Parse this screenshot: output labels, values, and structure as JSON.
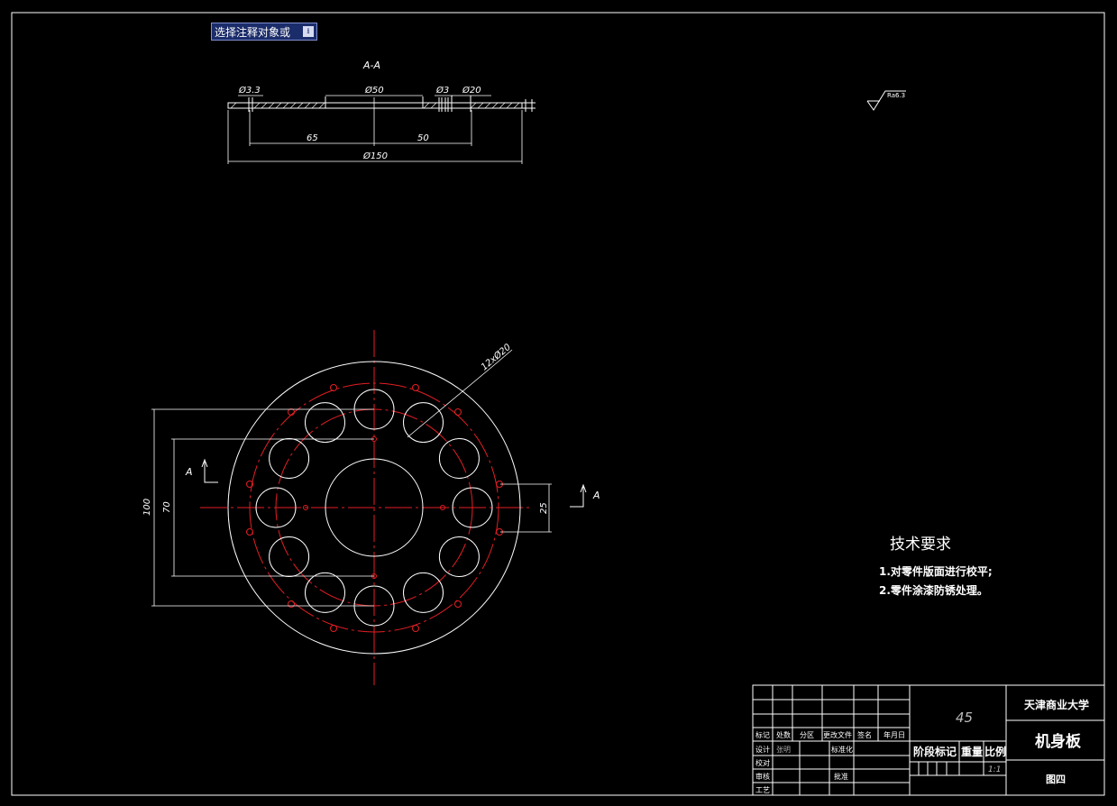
{
  "prompt": {
    "text": "选择注释对象或",
    "button_icon": "download-arrow-icon"
  },
  "section_view": {
    "title": "A-A",
    "dims": {
      "d_small_hole": "Ø3.3",
      "d_center": "Ø50",
      "d_hole3": "Ø3",
      "d_hole20": "Ø20",
      "len_65": "65",
      "len_50": "50",
      "d_outer": "Ø150"
    }
  },
  "roughness": "Ra6.3",
  "plan_view": {
    "holes_note": "12xØ20",
    "dim_100": "100",
    "dim_70": "70",
    "dim_25": "25",
    "section_mark_left": "A",
    "section_mark_right": "A"
  },
  "tech": {
    "title": "技术要求",
    "line1": "1.对零件版面进行校平;",
    "line2": "2.零件涂漆防锈处理。"
  },
  "title_block": {
    "material": "45",
    "university": "天津商业大学",
    "part_name": "机身板",
    "drawing_no": "图四",
    "scale": "1:1",
    "stage_mark": "阶段标记",
    "weight": "重量",
    "ratio": "比例",
    "h_mark": "标记",
    "h_count": "处数",
    "h_zone": "分区",
    "h_doc": "更改文件",
    "h_sign": "签名",
    "h_date": "年月日",
    "r_design": "设计",
    "designer": "张明",
    "std": "标准化",
    "r_check": "校对",
    "r_review": "审核",
    "approve": "批准",
    "r_craft": "工艺"
  },
  "colors": {
    "line": "#ffffff",
    "center": "#e31e24",
    "background": "#000000"
  }
}
